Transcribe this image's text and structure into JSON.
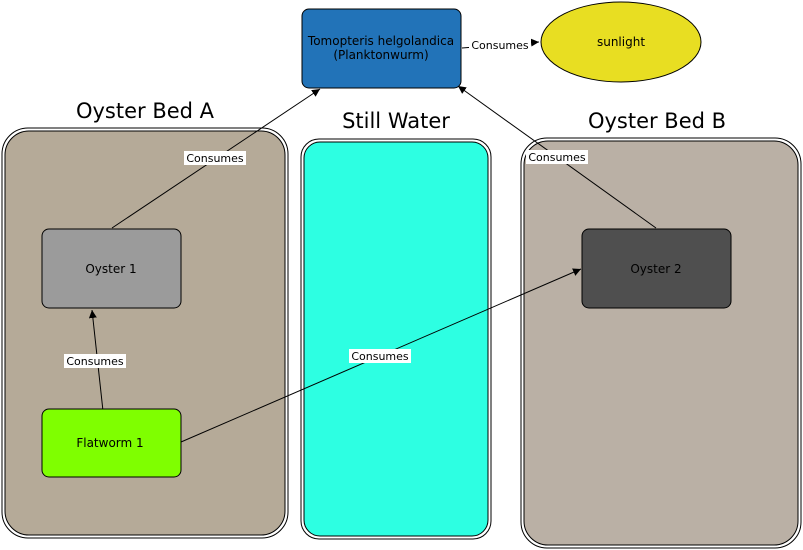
{
  "regions": [
    {
      "id": "bed_a",
      "title": "Oyster Bed A",
      "fill": "#b5aa98"
    },
    {
      "id": "still_water",
      "title": "Still Water",
      "fill": "#2dffe2"
    },
    {
      "id": "bed_b",
      "title": "Oyster Bed B",
      "fill": "#bab0a5"
    }
  ],
  "nodes": {
    "tomopteris": {
      "line1": "Tomopteris helgolandica",
      "line2": "(Planktonwurm)",
      "fill": "#2273b8"
    },
    "sunlight": {
      "label": "sunlight",
      "fill": "#e8de22"
    },
    "oyster1": {
      "label": "Oyster 1",
      "fill": "#9b9b9b"
    },
    "oyster2": {
      "label": "Oyster 2",
      "fill": "#4f4f4f"
    },
    "flatworm1": {
      "label": "Flatworm 1",
      "fill": "#7fff00"
    }
  },
  "edges": [
    {
      "id": "tomo-sun",
      "from": "tomopteris",
      "to": "sunlight",
      "label": "Consumes"
    },
    {
      "id": "oy1-tomo",
      "from": "oyster1",
      "to": "tomopteris",
      "label": "Consumes"
    },
    {
      "id": "oy2-tomo",
      "from": "oyster2",
      "to": "tomopteris",
      "label": "Consumes"
    },
    {
      "id": "flat-oy1",
      "from": "flatworm1",
      "to": "oyster1",
      "label": "Consumes"
    },
    {
      "id": "flat-oy2",
      "from": "flatworm1",
      "to": "oyster2",
      "label": "Consumes"
    }
  ]
}
